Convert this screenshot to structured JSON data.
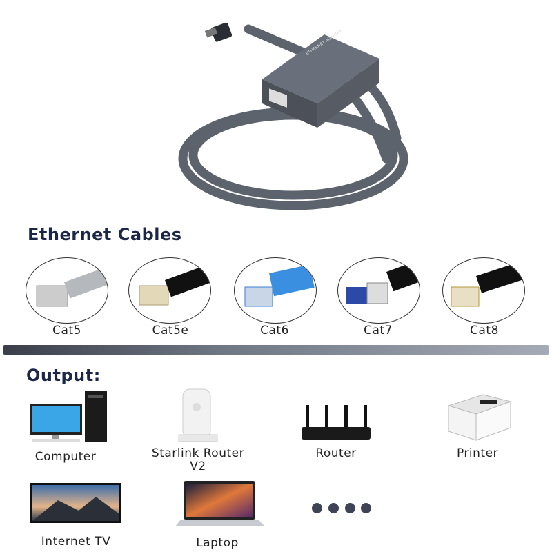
{
  "product": {
    "adapter_label": "ETHERNET ADAPTER"
  },
  "cables_section": {
    "title": "Ethernet Cables",
    "items": [
      {
        "label": "Cat5",
        "icon": "rj45-connector-gray"
      },
      {
        "label": "Cat5e",
        "icon": "rj45-connector-black"
      },
      {
        "label": "Cat6",
        "icon": "rj45-connector-blue"
      },
      {
        "label": "Cat7",
        "icon": "rj45-connector-shielded-black"
      },
      {
        "label": "Cat8",
        "icon": "rj45-connector-gold-black"
      }
    ]
  },
  "output_section": {
    "title": "Output:",
    "items": [
      {
        "label": "Computer",
        "icon": "desktop-computer-icon"
      },
      {
        "label": "Starlink Router V2",
        "icon": "starlink-router-icon"
      },
      {
        "label": "Router",
        "icon": "router-icon"
      },
      {
        "label": "Printer",
        "icon": "printer-icon"
      },
      {
        "label": "Internet TV",
        "icon": "tv-icon"
      },
      {
        "label": "Laptop",
        "icon": "laptop-icon"
      }
    ],
    "more_indicator": "more-dots"
  },
  "colors": {
    "title": "#1c2748",
    "cable": "#5d636d",
    "divider_dark": "#3a3f4a",
    "divider_light": "#a4abb6"
  }
}
